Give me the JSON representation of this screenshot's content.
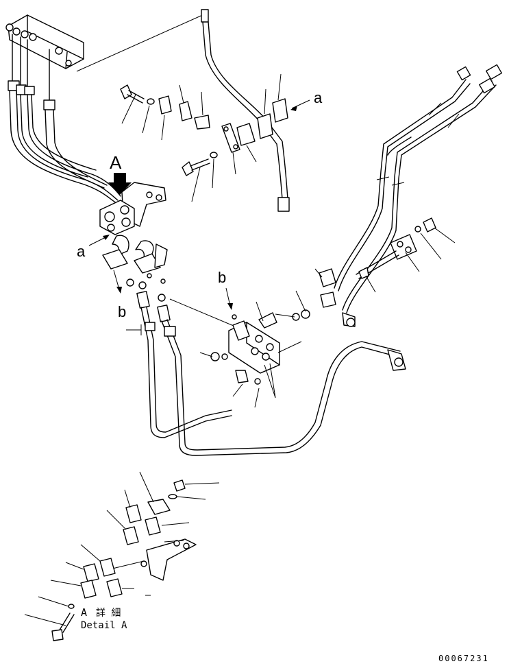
{
  "callouts": {
    "view_A": "A",
    "ref_a_right": "a",
    "ref_a_left": "a",
    "ref_b_top": "b",
    "ref_b_left": "b"
  },
  "detail": {
    "label_letter": "A",
    "label_jp": "詳 細",
    "label_en": "Detail A"
  },
  "drawing_number": "00067231"
}
